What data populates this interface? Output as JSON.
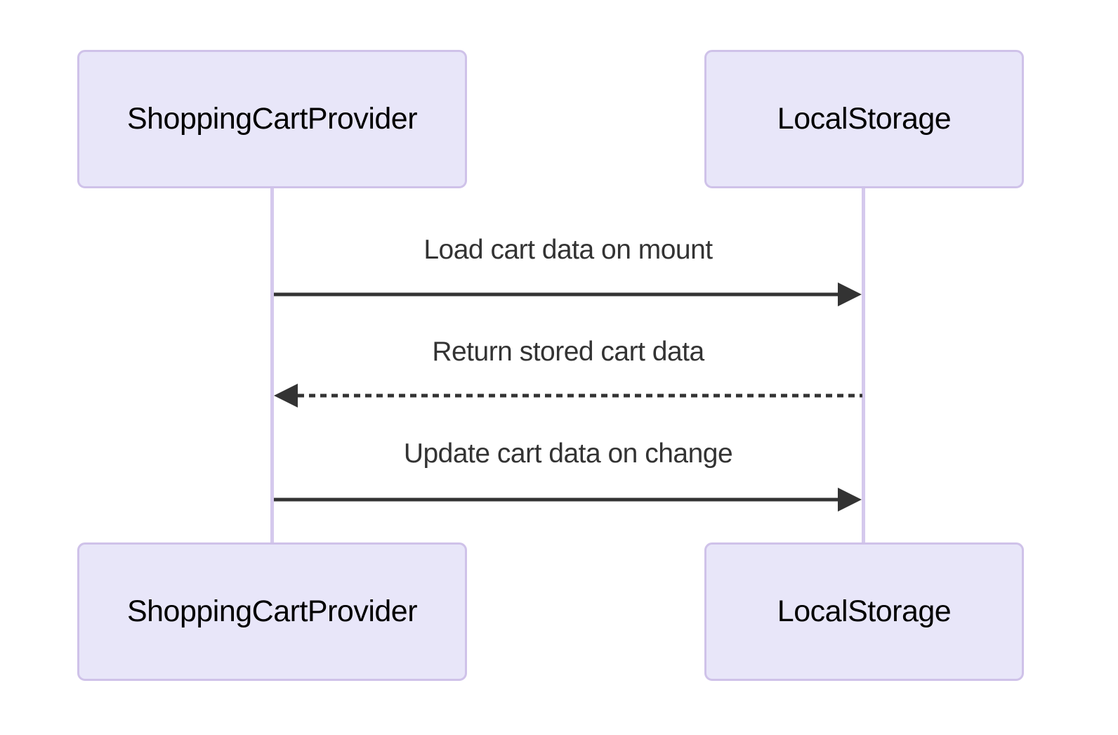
{
  "diagram": {
    "type": "sequence-diagram",
    "actors": [
      {
        "id": "provider",
        "label": "ShoppingCartProvider"
      },
      {
        "id": "storage",
        "label": "LocalStorage"
      }
    ],
    "messages": [
      {
        "from": "provider",
        "to": "storage",
        "label": "Load cart data on mount",
        "line_style": "solid",
        "direction": "right"
      },
      {
        "from": "storage",
        "to": "provider",
        "label": "Return stored cart data",
        "line_style": "dashed",
        "direction": "left"
      },
      {
        "from": "provider",
        "to": "storage",
        "label": "Update cart data on change",
        "line_style": "solid",
        "direction": "right"
      }
    ],
    "colors": {
      "actor_fill": "#e8e6f9",
      "actor_border": "#cfc2e9",
      "lifeline": "#d5c9ed",
      "message_text": "#333333",
      "arrow": "#333333",
      "actor_text": "#000000",
      "background": "#ffffff"
    }
  }
}
